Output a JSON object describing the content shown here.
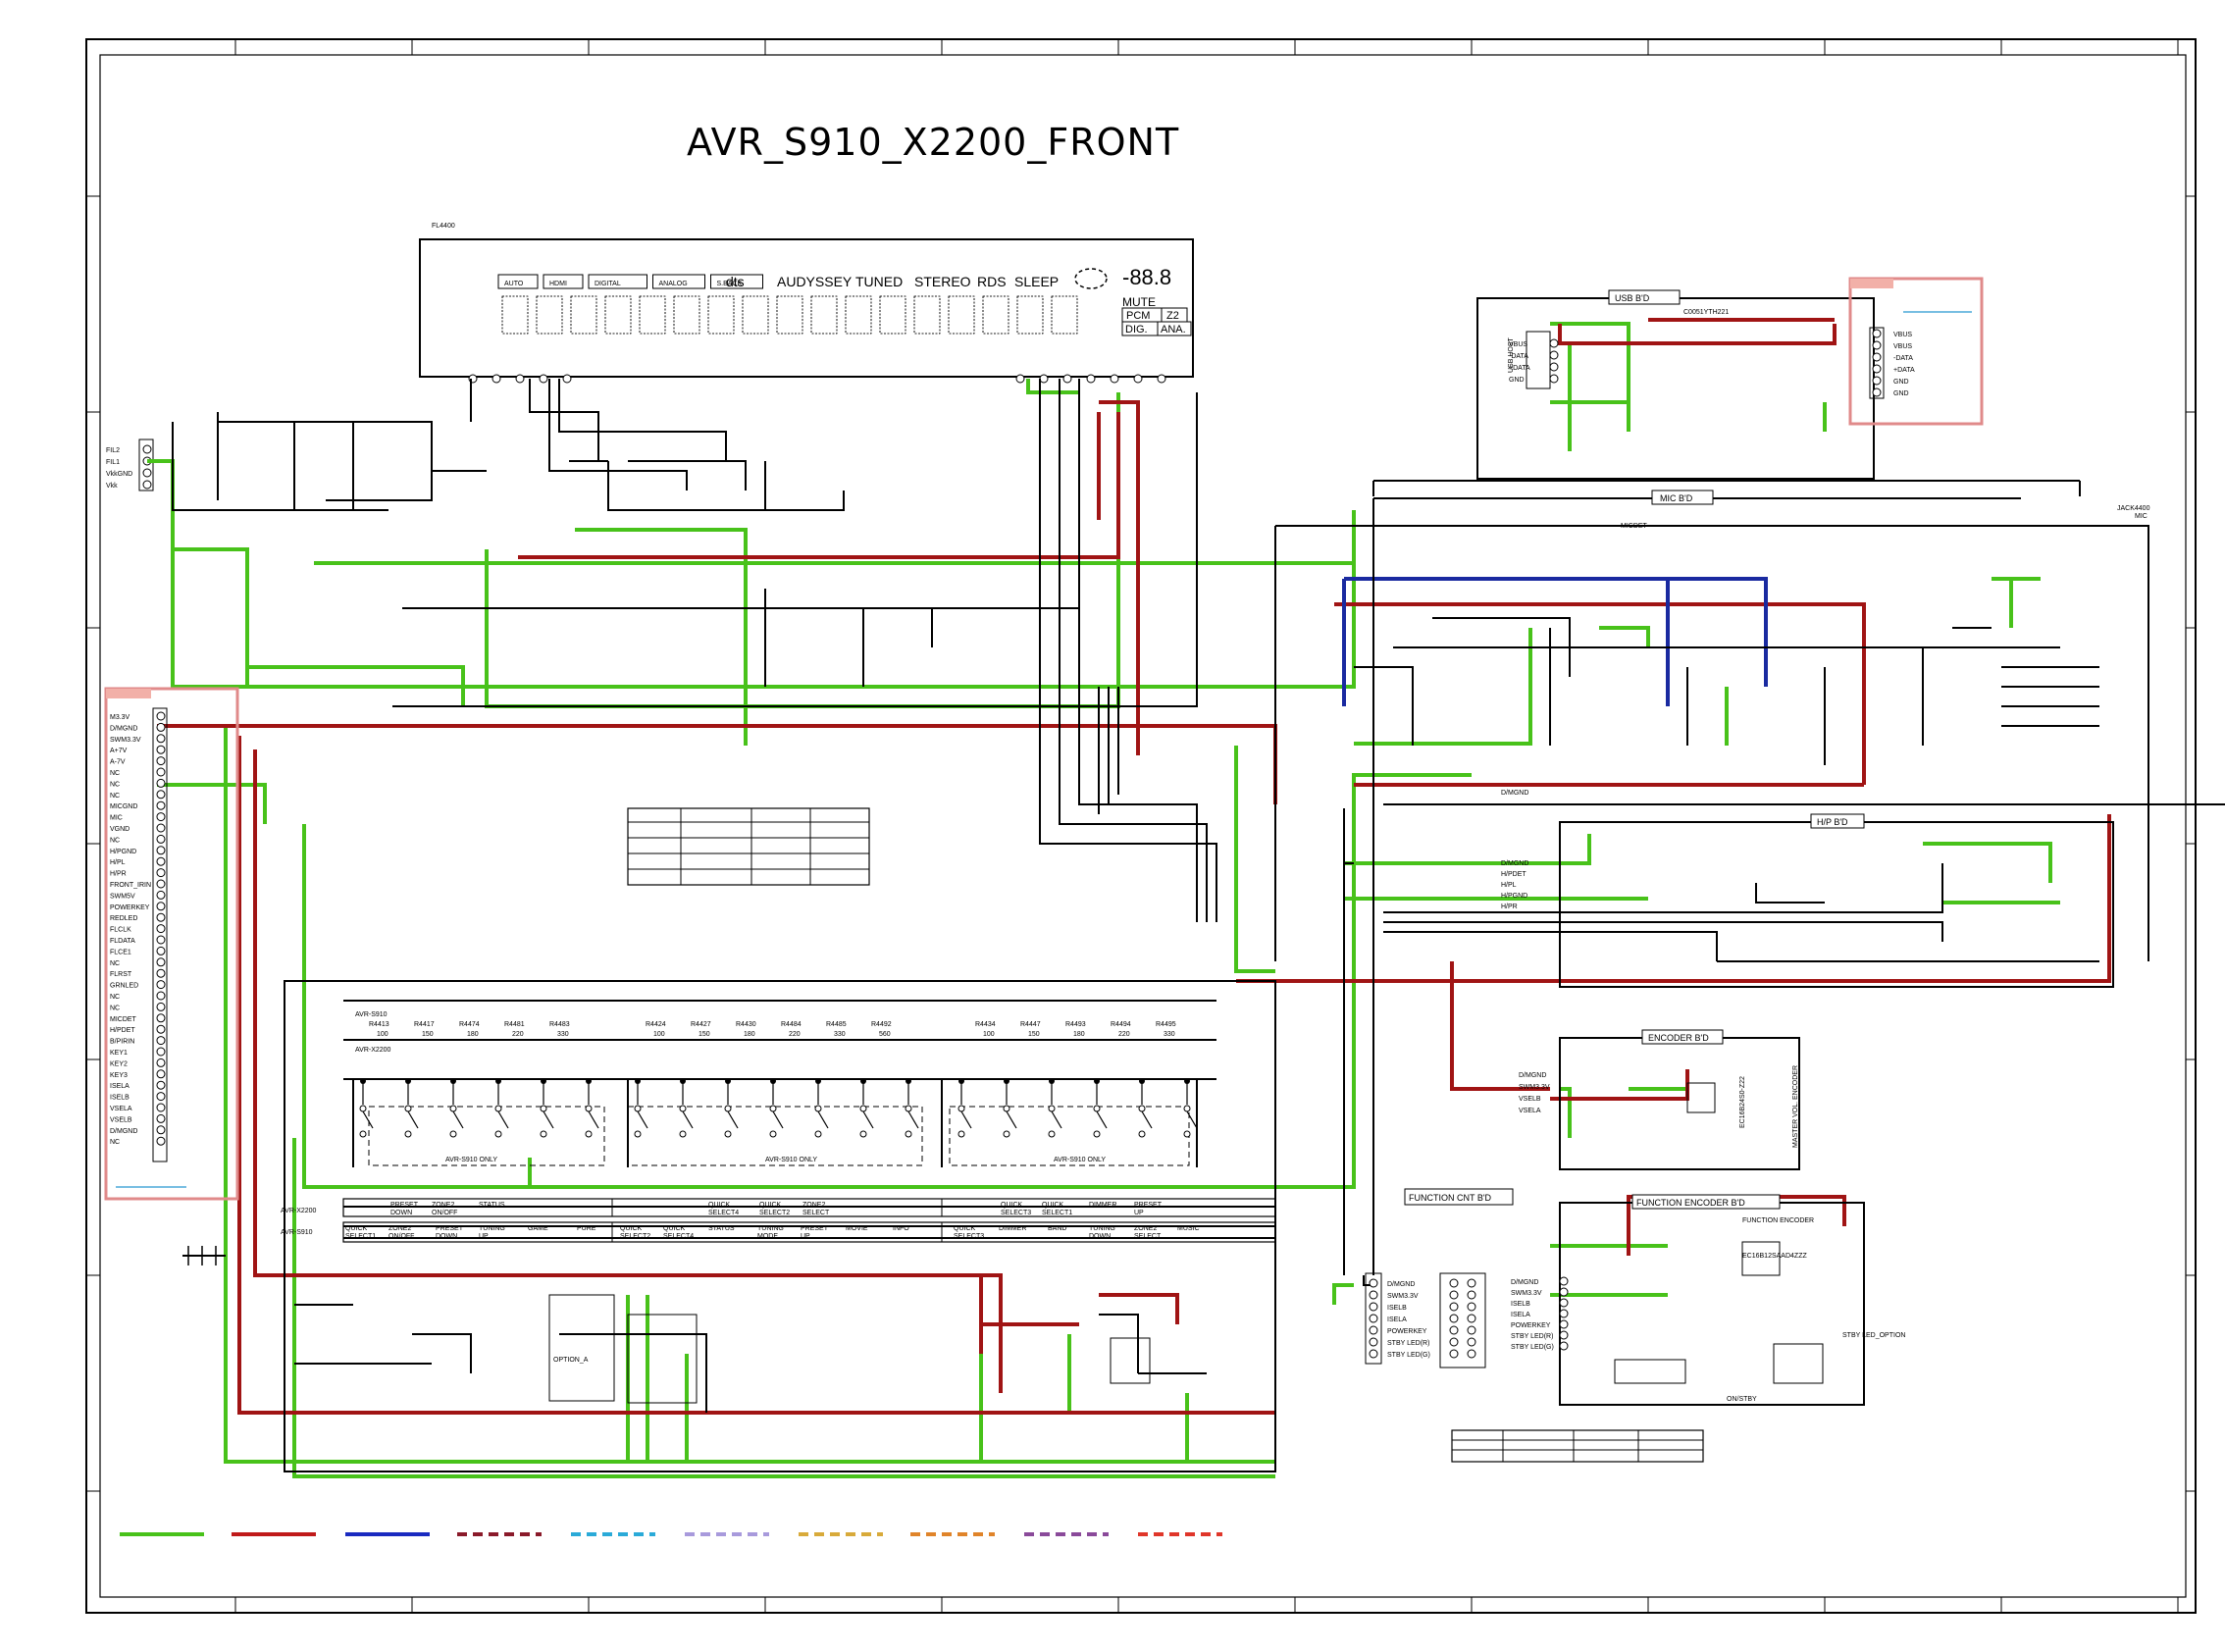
{
  "title": "AVR_S910_X2200_FRONT",
  "display": {
    "ref": "FL4400",
    "indicators": [
      "AUTO",
      "HDMI",
      "DIGITAL",
      "ANALOG",
      "S.BACK"
    ],
    "segment_text": [
      "dts",
      "AUDYSSEY",
      "TUNED",
      "STEREO",
      "RDS",
      "SLEEP"
    ],
    "right_indicators": [
      "MUTE",
      "PCM",
      "Z2",
      "DIG.",
      "ANA."
    ]
  },
  "boards": {
    "usb": "USB B'D",
    "mic": "MIC B'D",
    "hp": "H/P B'D",
    "encoder": "ENCODER B'D",
    "function_cnt": "FUNCTION CNT B'D",
    "function_encoder": "FUNCTION ENCODER B'D"
  },
  "usb_parts": {
    "ic": "C0051YTH221",
    "connector": "USB HOST",
    "pins_left": [
      "VBUS",
      "-DATA",
      "+DATA",
      "GND"
    ],
    "pins_right": [
      "VBUS",
      "VBUS",
      "-DATA",
      "+DATA",
      "GND",
      "GND"
    ]
  },
  "mic_parts": {
    "jack": "JACK4400",
    "jack_label": "MIC",
    "net": "MICDET"
  },
  "power_left": [
    "FIL2",
    "FIL1",
    "VkkGND",
    "Vkk"
  ],
  "connector_pins": [
    "M3.3V",
    "D/MGND",
    "SWM3.3V",
    "A+7V",
    "A-7V",
    "NC",
    "NC",
    "NC",
    "MICGND",
    "MIC",
    "VGND",
    "NC",
    "H/PGND",
    "H/PL",
    "H/PR",
    "FRONT_IRIN",
    "SWM5V",
    "POWERKEY",
    "REDLED",
    "FLCLK",
    "FLDATA",
    "FLCE1",
    "NC",
    "FLRST",
    "GRNLED",
    "NC",
    "NC",
    "MICDET",
    "H/PDET",
    "B/PIRIN",
    "KEY1",
    "KEY2",
    "KEY3",
    "ISELA",
    "ISELB",
    "VSELA",
    "VSELB",
    "D/MGND",
    "NC"
  ],
  "resistor_groups": {
    "s910_label": "AVR-S910",
    "x2200_label": "AVR-X2200",
    "group1_refs": [
      "R4413",
      "R4417",
      "R4474",
      "R4481",
      "R4483"
    ],
    "group1_vals": [
      "100",
      "150",
      "180",
      "220",
      "330"
    ],
    "group2_refs": [
      "R4424",
      "R4427",
      "R4430",
      "R4484",
      "R4485",
      "R4492"
    ],
    "group2_vals": [
      "100",
      "150",
      "180",
      "220",
      "330",
      "560"
    ],
    "group3_refs": [
      "R4434",
      "R4447",
      "R4493",
      "R4494",
      "R4495"
    ],
    "group3_vals": [
      "100",
      "150",
      "180",
      "220",
      "330"
    ],
    "only_labels": [
      "AVR-S910 ONLY",
      "AVR-S910 ONLY",
      "AVR-S910 ONLY"
    ]
  },
  "key_table": {
    "row_x2200_label": "AVR-X2200",
    "row_s910_label": "AVR-S910",
    "x2200": [
      "PRESET DOWN",
      "ZONE2 ON/OFF",
      "STATUS",
      "QUICK SELECT4",
      "QUICK SELECT2",
      "ZONE2 SELECT",
      "QUICK SELECT3",
      "QUICK SELECT1",
      "DIMMER",
      "PRESET UP"
    ],
    "s910": [
      "QUICK SELECT1",
      "ZONE2 ON/OFF",
      "PRESET DOWN",
      "TUNING UP",
      "GAME",
      "PURE",
      "QUICK SELECT2",
      "QUICK SELECT4",
      "STATUS",
      "TUNING MODE",
      "PRESET UP",
      "MOVIE",
      "INFO",
      "QUICK SELECT3",
      "DIMMER",
      "BAND",
      "TUNING DOWN",
      "ZONE2 SELECT",
      "MUSIC"
    ]
  },
  "encoder": {
    "part": "EC16B24S0-Z22",
    "side_label": "MASTER VOL. ENCODER",
    "pins": [
      "D/MGND",
      "SWM3.3V",
      "VSELB",
      "VSELA"
    ]
  },
  "function_encoder": {
    "part": "EC16B12SAAD4ZZZ",
    "label": "FUNCTION ENCODER",
    "pins": [
      "D/MGND",
      "SWM3.3V",
      "ISELB",
      "ISELA",
      "POWERKEY",
      "STBY LED(R)",
      "STBY LED(G)"
    ],
    "stby_option": "STBY LED_OPTION",
    "switch": "ON/STBY"
  },
  "function_cnt_pins": [
    "D/MGND",
    "SWM3.3V",
    "ISELB",
    "ISELA",
    "POWERKEY",
    "STBY LED(R)",
    "STBY LED(G)"
  ],
  "hp_pins": [
    "D/MGND",
    "H/PDET",
    "H/PL",
    "H/PGND",
    "H/PR"
  ],
  "mic_pins": [
    "D/MGND"
  ],
  "option_label": "OPTION_A",
  "colors": {
    "green": "#48c21a",
    "red": "#a01414",
    "blue": "#1a2aa0",
    "highlight": "#e08a8a"
  }
}
